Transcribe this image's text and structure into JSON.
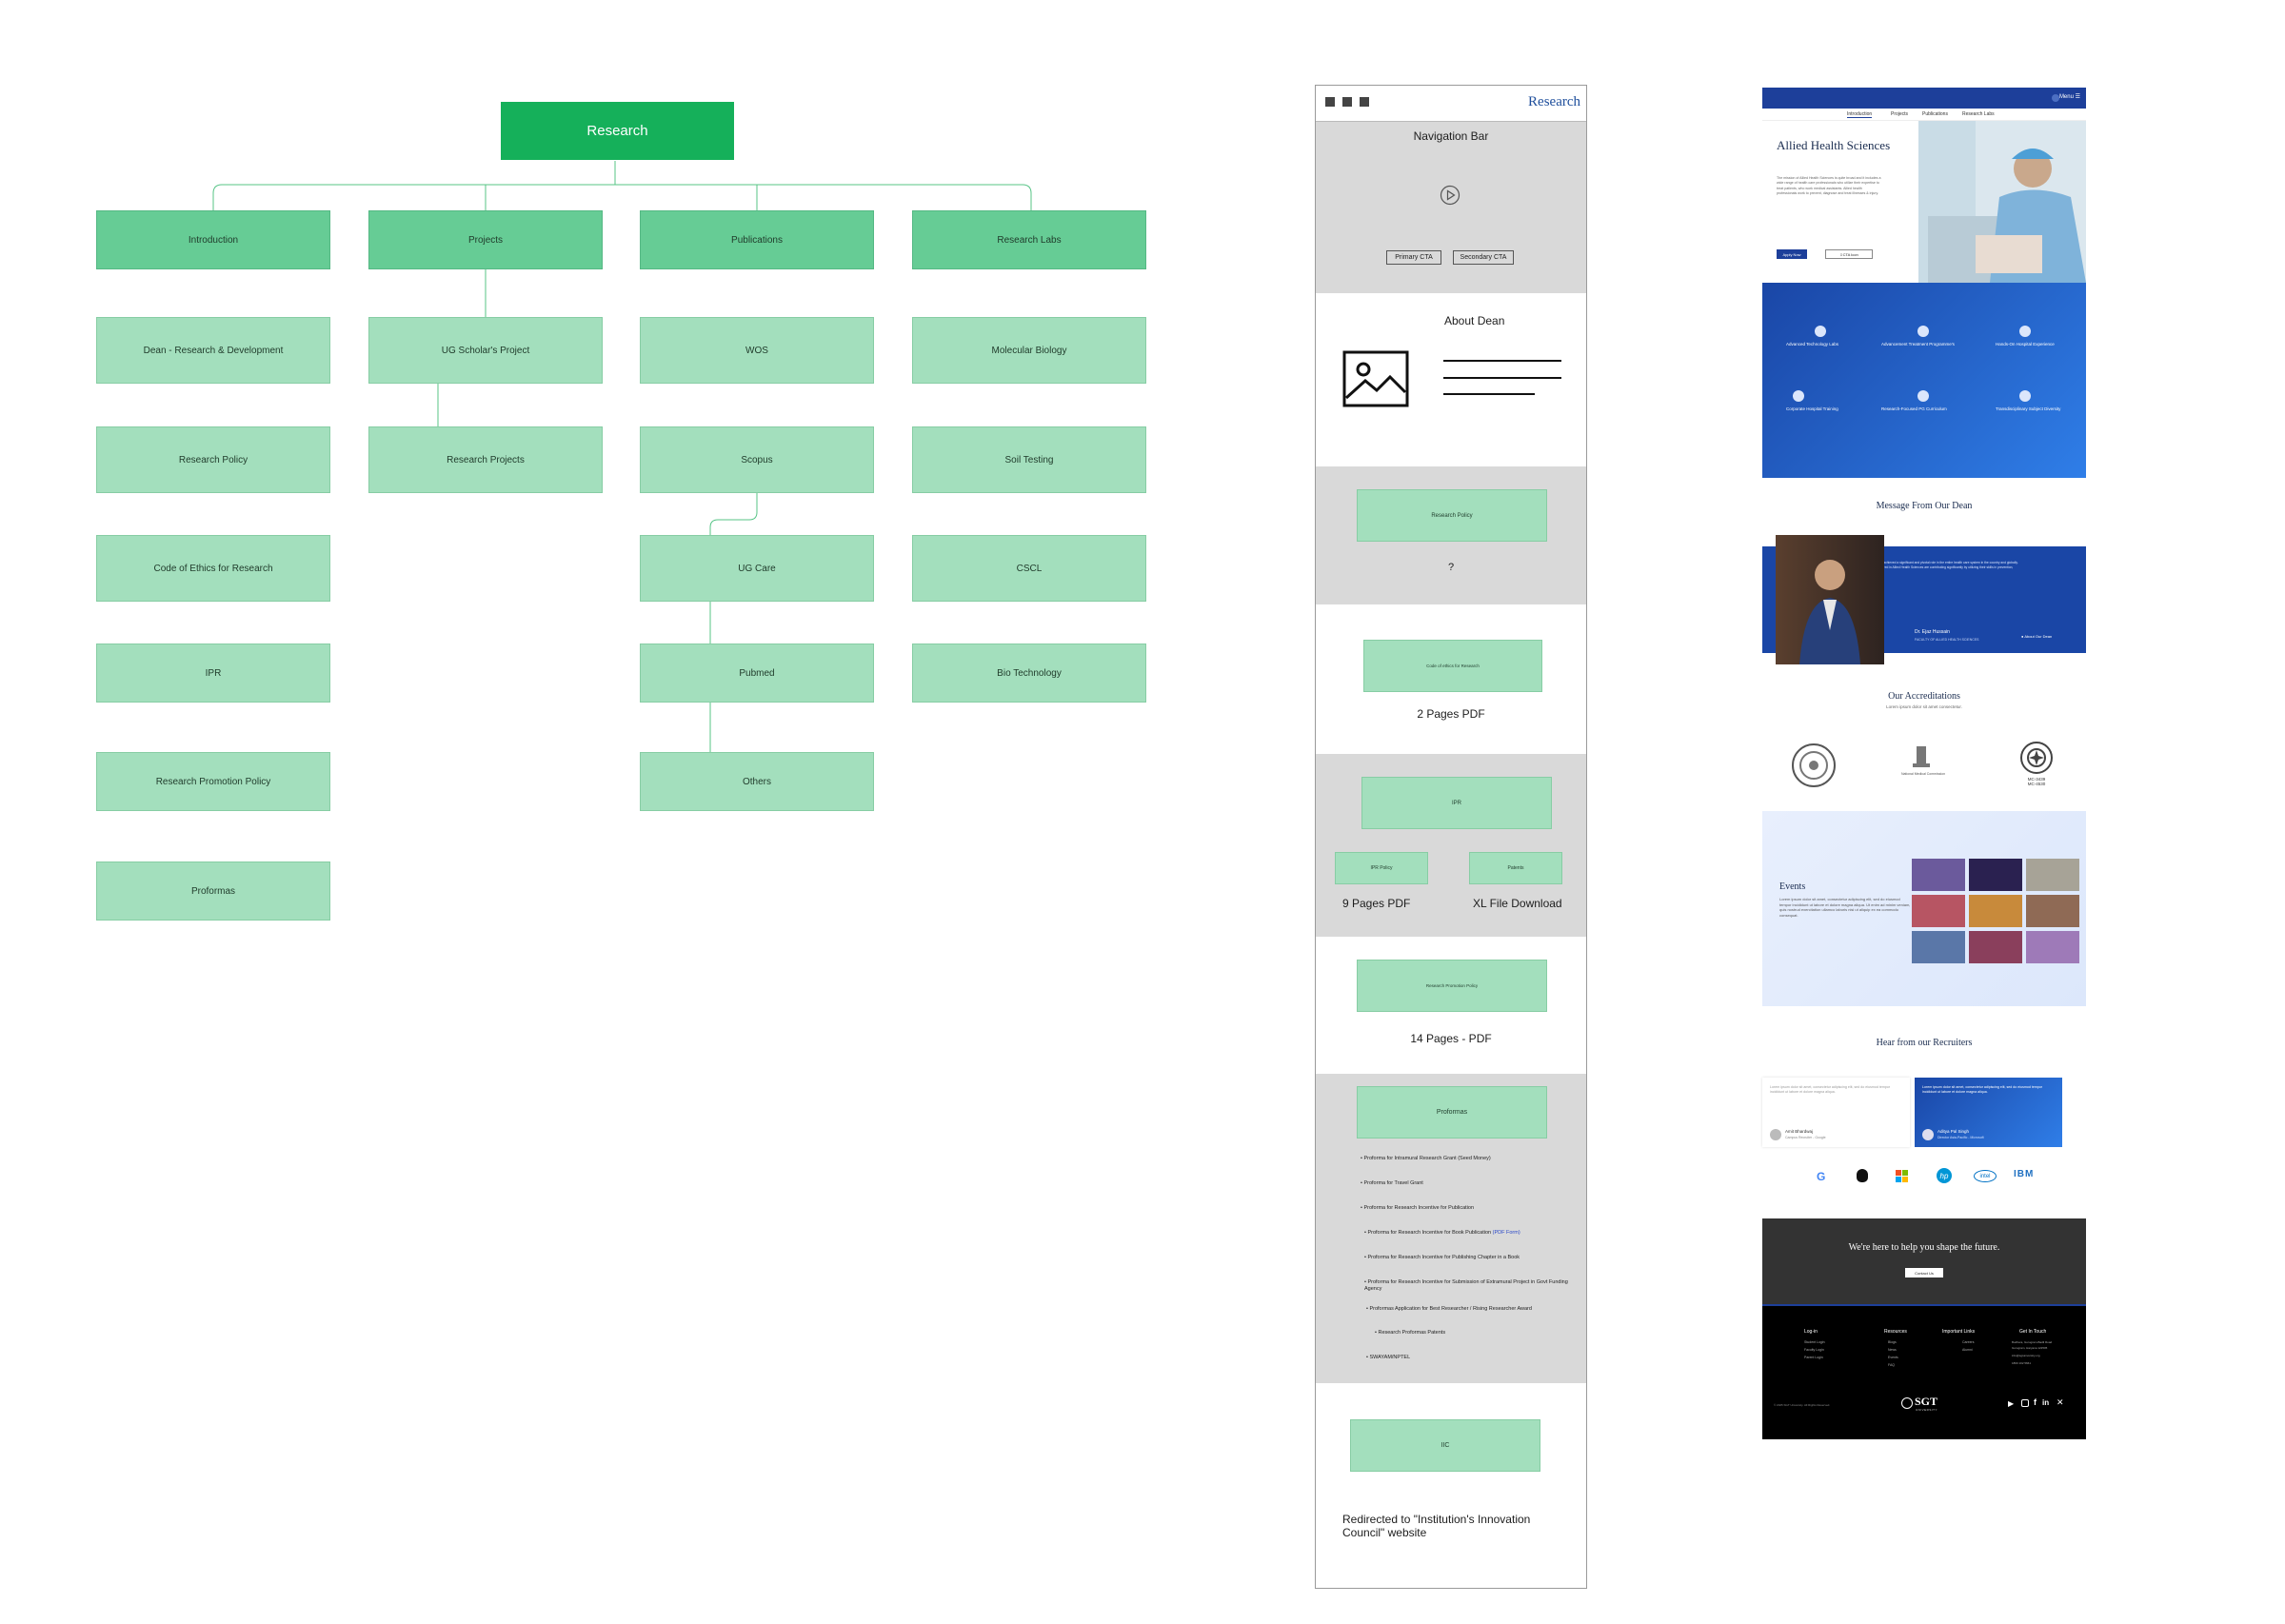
{
  "sitemap": {
    "root": "Research",
    "columns": [
      {
        "title": "Introduction",
        "children": [
          "Dean - Research & Development",
          "Research Policy",
          "Code of Ethics for Research",
          "IPR",
          "Research Promotion Policy",
          "Proformas"
        ]
      },
      {
        "title": "Projects",
        "children": [
          "UG Scholar's Project",
          "Research Projects"
        ]
      },
      {
        "title": "Publications",
        "children": [
          "WOS",
          "Scopus",
          "UG Care",
          "Pubmed",
          "Others"
        ]
      },
      {
        "title": "Research Labs",
        "children": [
          "Molecular Biology",
          "Soil Testing",
          "CSCL",
          "Bio Technology"
        ]
      }
    ]
  },
  "wireframe": {
    "brand": "Research",
    "nav_label": "Navigation Bar",
    "primary_cta": "Primary CTA",
    "secondary_cta": "Secondary CTA",
    "about_dean": "About Dean",
    "research_policy": "Research Policy",
    "question": "?",
    "code_of_ethics": "Code of ethics for Research",
    "two_pages": "2 Pages PDF",
    "ipr": "IPR",
    "ipr_policy": "IPR Policy",
    "patents": "Patents",
    "nine_pages": "9 Pages PDF",
    "xl_download": "XL File Download",
    "promotion_policy": "Research Promotion Policy",
    "fourteen_pages": "14 Pages - PDF",
    "proformas": "Proformas",
    "proformas_list": [
      "Proforma for Intramural Research Grant (Seed Money)",
      "Proforma for Travel Grant",
      "Proforma for Research Incentive for Publication",
      "Proforma for Research Incentive for Book Publication",
      "Proforma for Research Incentive for Publishing Chapter in a Book",
      "Proforma for Research Incentive for Submission of Extramural Project in Govt Funding Agency",
      "Proformas Application for Best Researcher / Rising Researcher Award",
      "Research Proformas Patents",
      "SWAYAM/NPTEL"
    ],
    "pdf_form": "(PDF Form)",
    "iic": "IIC",
    "redirect_note": "Redirected to \"Institution's Innovation Council\" website"
  },
  "site": {
    "menu": "Menu",
    "tabs": [
      "Introduction",
      "Projects",
      "Publications",
      "Research Labs"
    ],
    "hero_title": "Allied Health Sciences",
    "hero_body": "The mission of Allied Health Sciences is quite broad and it includes a wide range of health care professionals who utilize their expertise to treat patients, who work medical assistants. Allied health professionals work to prevent, diagnose and treat illnesses & injury.",
    "apply_now": "Apply Now",
    "cta_icon": "CTA Icon",
    "features": [
      "Advanced Technology Labs",
      "Advancement Treatment Programme's",
      "Hands-On Hospital Experience",
      "Corporate Hospital Training",
      "Research-Focused PG Curriculum",
      "Transdisciplinary Subject Diversity"
    ],
    "dean_heading": "Message From Our Dean",
    "dean_name": "Dr. Ejaz Hussain",
    "dean_role": "FACULTY OF ALLIED HEALTH SCIENCES",
    "about_dean_btn": "About Our Dean",
    "dean_message": "The discipline of Allied health sciences have achieved a significant and pivotal role in the entire health care system in the country and globally. The professionals of the various courses offered in Allied Health Sciences are contributing significantly by utilizing their skills in prevention, diagnosis and treatment of diseases.",
    "accreditations_heading": "Our Accreditations",
    "accreditations_sub": "Lorem ipsum dolor sit amet consectetur.",
    "nmc": "National Medical Commission",
    "mci1": "MC-3439",
    "mci2": "MC-4530",
    "events_heading": "Events",
    "events_body": "Lorem ipsum dolor sit amet, consectetur adipiscing elit, sed do eiusmod tempor incididunt ut labore et dolore magna aliqua. Ut enim ad minim veniam, quis nostrud exercitation ullamco laboris nisi ut aliquip ex ea commodo consequat.",
    "recruiters_heading": "Hear from our Recruiters",
    "recruiter1": "Amit Bhardwaj",
    "recruiter1_role": "Campus Recruiter - Google",
    "recruiter2": "Aditya Pal Singh",
    "recruiter2_role": "Director Asia-Pacific - Microsoft",
    "recruiter_quote": "Lorem ipsum dolor sit amet, consectetur adipiscing elit, sed do eiusmod tempor incididunt ut labore et dolore magna aliqua.",
    "cta_band": "We're here to help you shape the future.",
    "contact_us": "Contact Us",
    "footer_cols": [
      {
        "title": "Log-in",
        "items": [
          "Student Login",
          "Faculty Login",
          "Parent Login"
        ]
      },
      {
        "title": "Resources",
        "items": [
          "Blogs",
          "News",
          "Events",
          "FAQ"
        ]
      },
      {
        "title": "Important Links",
        "items": [
          "Careers",
          "Alumni"
        ]
      },
      {
        "title": "Get In Touch",
        "items": [
          "Budhera, Gurugram-Badli Road",
          "Gurugram, Haryana 122505",
          "info@sgtuniversity.org",
          "1800 102 5661"
        ]
      }
    ],
    "copyright": "© 2025 SGT University. All Rights Reserved.",
    "sgt": "SGT",
    "university": "UNIVERSITY",
    "brand_logos": [
      "G",
      "",
      "",
      "hp",
      "intel",
      "IBM"
    ]
  },
  "colors": {
    "root": "#15b05a",
    "dark": "#66cc95",
    "light": "#a3dfbd",
    "navy": "#1a46a6"
  }
}
